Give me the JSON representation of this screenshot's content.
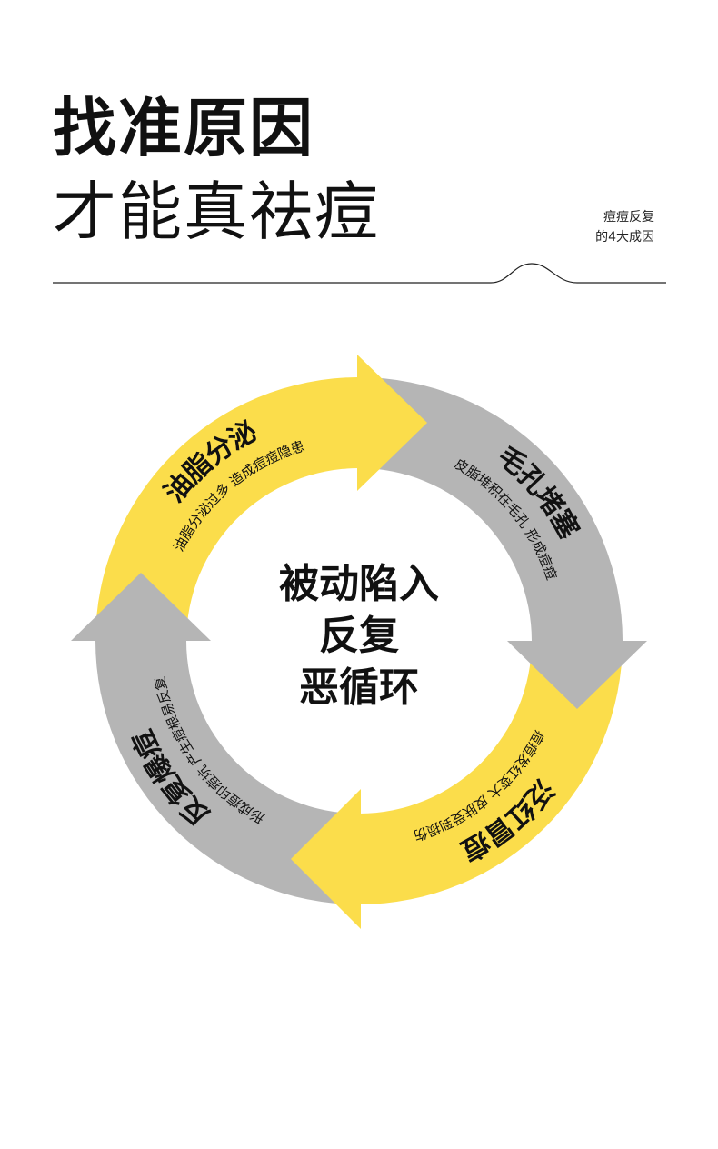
{
  "header": {
    "title_line1": "找准原因",
    "title_line2": "才能真祛痘",
    "side_line1": "痘痘反复",
    "side_line2": "的4大成因"
  },
  "cycle": {
    "center_lines": [
      "被动陷入",
      "反复",
      "恶循环"
    ],
    "stages": [
      {
        "title": "油脂分泌",
        "subtitle": "油脂分泌过多 造成痘痘隐患",
        "color": "#fbdd4b"
      },
      {
        "title": "毛孔堵塞",
        "subtitle": "皮脂堆积在毛孔 形成痘痘",
        "color": "#b5b5b5"
      },
      {
        "title": "泛红冒痘",
        "subtitle": "痘痘发红变大 皮肤受到损伤",
        "color": "#fbdd4b"
      },
      {
        "title": "反复爆痘",
        "subtitle": "形成痘印痘坑 产生痘根易反复",
        "color": "#b5b5b5"
      }
    ]
  }
}
